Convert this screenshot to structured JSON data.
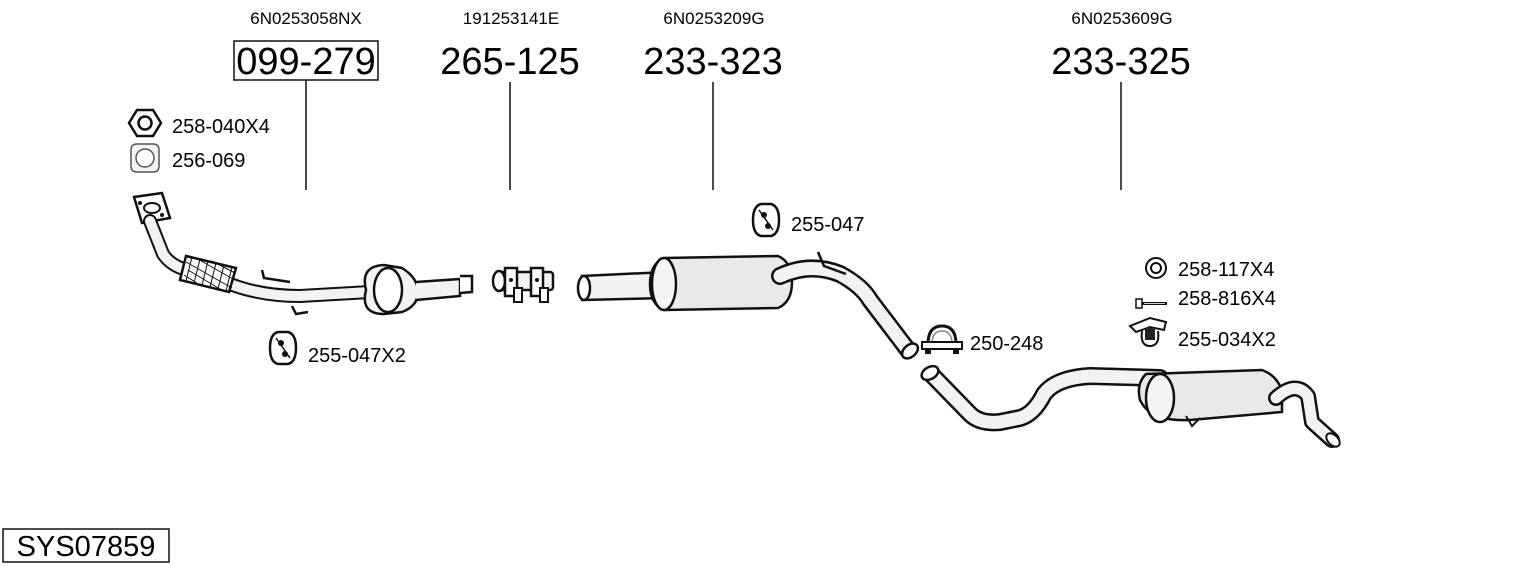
{
  "system": {
    "code": "SYS07859"
  },
  "parts": [
    {
      "oem": "6N0253058NX",
      "number": "099-279"
    },
    {
      "oem": "191253141E",
      "number": "265-125"
    },
    {
      "oem": "6N0253209G",
      "number": "233-323"
    },
    {
      "oem": "6N0253609G",
      "number": "233-325"
    }
  ],
  "accessories": [
    {
      "number": "258-040X4",
      "icon": "nut-icon"
    },
    {
      "number": "256-069",
      "icon": "gasket-icon"
    },
    {
      "number": "255-047X2",
      "icon": "rubber-hanger-icon"
    },
    {
      "number": "255-047",
      "icon": "rubber-hanger-icon"
    },
    {
      "number": "250-248",
      "icon": "clamp-icon"
    },
    {
      "number": "258-117X4",
      "icon": "washer-icon"
    },
    {
      "number": "258-816X4",
      "icon": "bolt-icon"
    },
    {
      "number": "255-034X2",
      "icon": "bracket-hanger-icon"
    }
  ],
  "colors": {
    "line": "#111111",
    "pipe_fill": "#f2f2f2",
    "muffler_fill": "#e9e9e9",
    "background": "#ffffff"
  }
}
